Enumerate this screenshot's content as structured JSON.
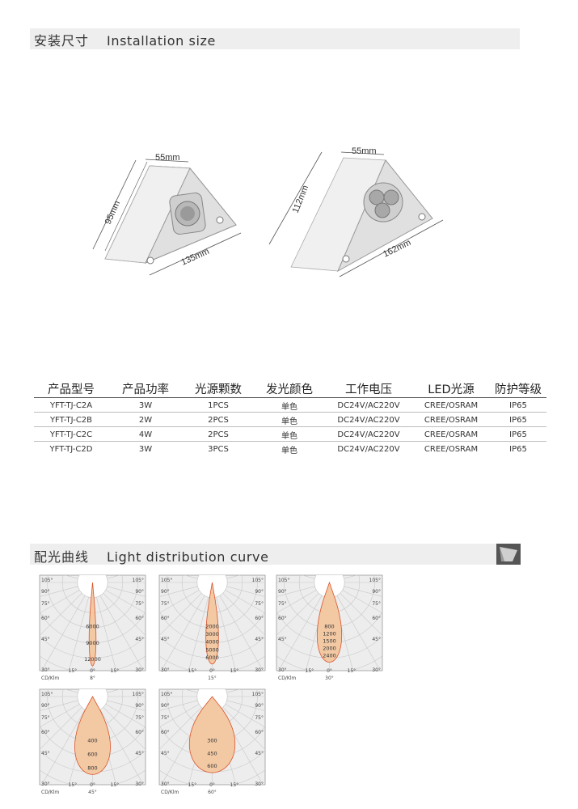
{
  "sections": {
    "install": {
      "cn": "安装尺寸",
      "en": "Installation size"
    },
    "light": {
      "cn": "配光曲线",
      "en": "Light distribution curve"
    }
  },
  "dimensions": {
    "small": {
      "width": "55mm",
      "height": "95mm",
      "length": "135mm"
    },
    "large": {
      "width": "55mm",
      "height": "112mm",
      "length": "162mm"
    }
  },
  "table": {
    "headers": [
      "产品型号",
      "产品功率",
      "光源颗数",
      "发光颜色",
      "工作电压",
      "LED光源",
      "防护等级"
    ],
    "rows": [
      [
        "YFT-TJ-C2A",
        "3W",
        "1PCS",
        "单色",
        "DC24V/AC220V",
        "CREE/OSRAM",
        "IP65"
      ],
      [
        "YFT-TJ-C2B",
        "2W",
        "2PCS",
        "单色",
        "DC24V/AC220V",
        "CREE/OSRAM",
        "IP65"
      ],
      [
        "YFT-TJ-C2C",
        "4W",
        "2PCS",
        "单色",
        "DC24V/AC220V",
        "CREE/OSRAM",
        "IP65"
      ],
      [
        "YFT-TJ-C2D",
        "3W",
        "3PCS",
        "单色",
        "DC24V/AC220V",
        "CREE/OSRAM",
        "IP65"
      ]
    ]
  },
  "colors": {
    "beam_fill": "#f3c9a4",
    "beam_stroke": "#d9542b",
    "band": "#eeeeee"
  },
  "chart_data": [
    {
      "type": "polar",
      "beam_angle": "8°",
      "unit": "CD/Klm",
      "radial_labels": [
        "6000",
        "9000",
        "12000"
      ],
      "angle_labels": [
        "105°",
        "90°",
        "75°",
        "60°",
        "45°",
        "30°",
        "15°",
        "0°"
      ],
      "half_angle_deg": 4,
      "extent": 0.92
    },
    {
      "type": "polar",
      "beam_angle": "15°",
      "unit": "",
      "radial_labels": [
        "2000",
        "3000",
        "4000",
        "5000",
        "6000"
      ],
      "angle_labels": [
        "105°",
        "90°",
        "75°",
        "60°",
        "45°",
        "30°",
        "15°",
        "0°"
      ],
      "half_angle_deg": 7.5,
      "extent": 0.9
    },
    {
      "type": "polar",
      "beam_angle": "30°",
      "unit": "CD/Klm",
      "radial_labels": [
        "800",
        "1200",
        "1500",
        "2000",
        "2400"
      ],
      "angle_labels": [
        "105°",
        "90°",
        "75°",
        "60°",
        "45°",
        "30°",
        "15°",
        "0°"
      ],
      "half_angle_deg": 15,
      "extent": 0.88
    },
    {
      "type": "polar",
      "beam_angle": "45°",
      "unit": "CD/Klm",
      "radial_labels": [
        "400",
        "600",
        "800"
      ],
      "angle_labels": [
        "105°",
        "90°",
        "75°",
        "60°",
        "45°",
        "30°",
        "15°",
        "0°"
      ],
      "half_angle_deg": 22.5,
      "extent": 0.86
    },
    {
      "type": "polar",
      "beam_angle": "60°",
      "unit": "CD/Klm",
      "radial_labels": [
        "300",
        "450",
        "600"
      ],
      "angle_labels": [
        "105°",
        "90°",
        "75°",
        "60°",
        "45°",
        "30°",
        "15°",
        "0°"
      ],
      "half_angle_deg": 30,
      "extent": 0.84
    }
  ]
}
